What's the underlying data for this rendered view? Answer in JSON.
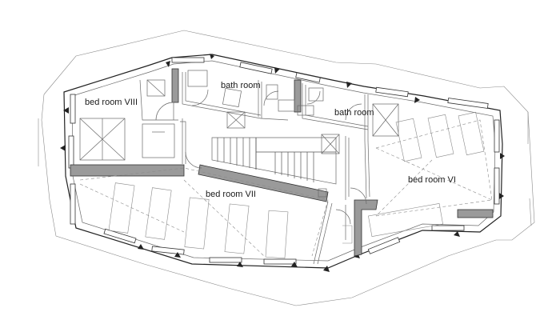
{
  "plan": {
    "rooms": [
      {
        "id": "bed-room-viii",
        "label": "bed room VIII"
      },
      {
        "id": "bath-room-1",
        "label": "bath room"
      },
      {
        "id": "bath-room-2",
        "label": "bath room"
      },
      {
        "id": "bed-room-vii",
        "label": "bed room VII"
      },
      {
        "id": "bed-room-vi",
        "label": "bed room VI"
      }
    ],
    "colors": {
      "wall_fill": "#9a9a9a",
      "line": "#333333",
      "background": "#ffffff"
    }
  }
}
